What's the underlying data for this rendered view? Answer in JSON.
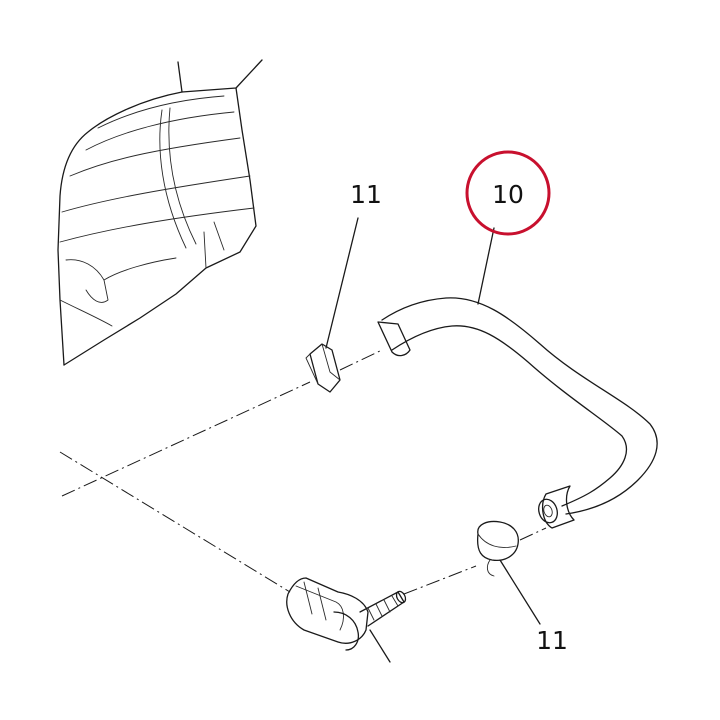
{
  "callouts": [
    {
      "id": "hose",
      "number": "10",
      "highlighted": true
    },
    {
      "id": "clamp-upper",
      "number": "11",
      "highlighted": false
    },
    {
      "id": "clamp-lower",
      "number": "11",
      "highlighted": false
    }
  ],
  "colors": {
    "line": "#1a1a1a",
    "highlight_ring": "#c8102e",
    "background": "#ffffff"
  }
}
